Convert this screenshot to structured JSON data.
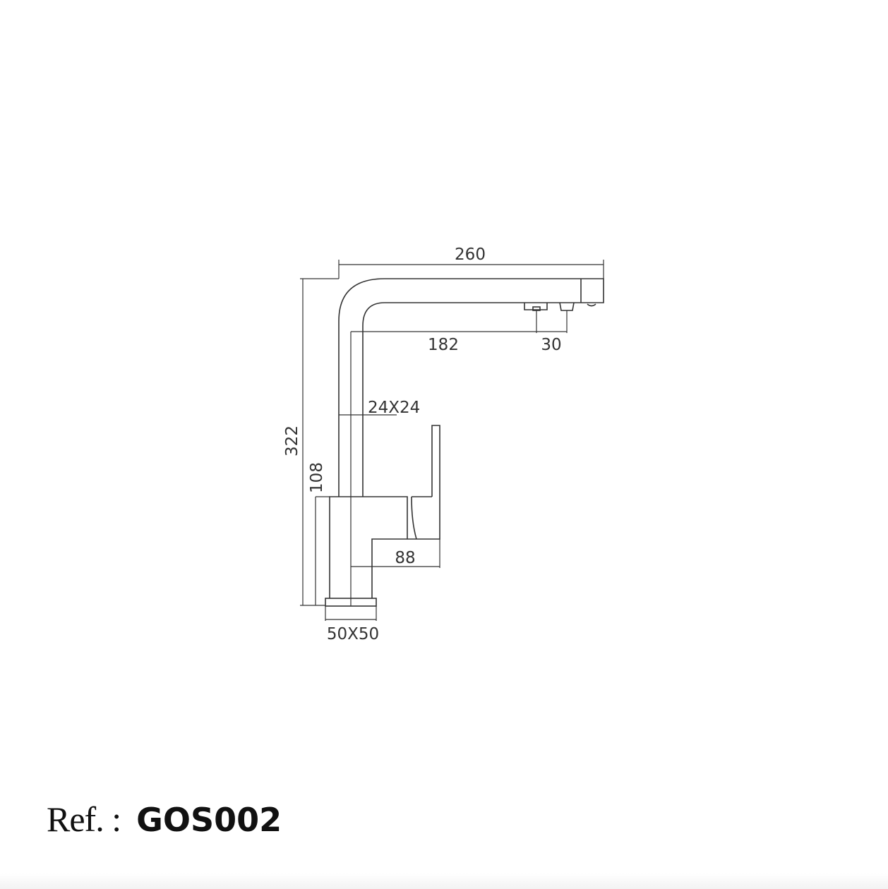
{
  "drawing": {
    "dimensions": {
      "overall_reach": "260",
      "outlet_distance": "182",
      "outlet_spacing": "30",
      "spout_section": "24X24",
      "total_height": "322",
      "body_height": "108",
      "handle_reach": "88",
      "base_section": "50X50"
    },
    "line_color": "#333333"
  },
  "reference": {
    "label": "Ref. :",
    "code": "GOS002"
  }
}
